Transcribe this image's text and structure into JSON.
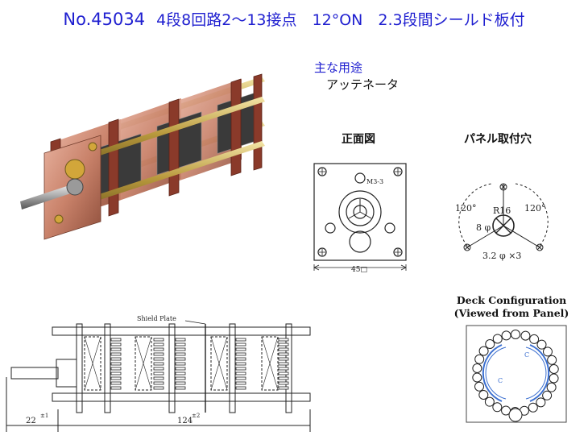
{
  "header": {
    "model": "No.45034",
    "spec": "4段8回路2～13接点　12°ON　2.3段間シールド板付"
  },
  "usage": {
    "heading": "主な用途",
    "value": "アッテネータ"
  },
  "front_view": {
    "caption": "正面図",
    "screw_label": "M3-3",
    "width_label": "45□"
  },
  "panel_holes": {
    "caption": "パネル取付穴",
    "angle_left": "120°",
    "angle_right": "120°",
    "radius_label": "R16",
    "center_hole": "8 φ",
    "mount_holes": "3.2 φ ×3"
  },
  "deck_config": {
    "caption_line1": "Deck Configuration",
    "caption_line2": "(Viewed from Panel)",
    "contact_label": "C"
  },
  "side_view": {
    "shield_label": "Shield Plate",
    "shaft_length": "22",
    "shaft_tol": "±1",
    "body_length": "124",
    "body_tol": "±2"
  },
  "colors": {
    "title": "#1f1fd0",
    "drawing": "#222222",
    "copper": "#c9826a",
    "frame": "#8a3a2a",
    "contact_blue": "#3b6fd0"
  }
}
